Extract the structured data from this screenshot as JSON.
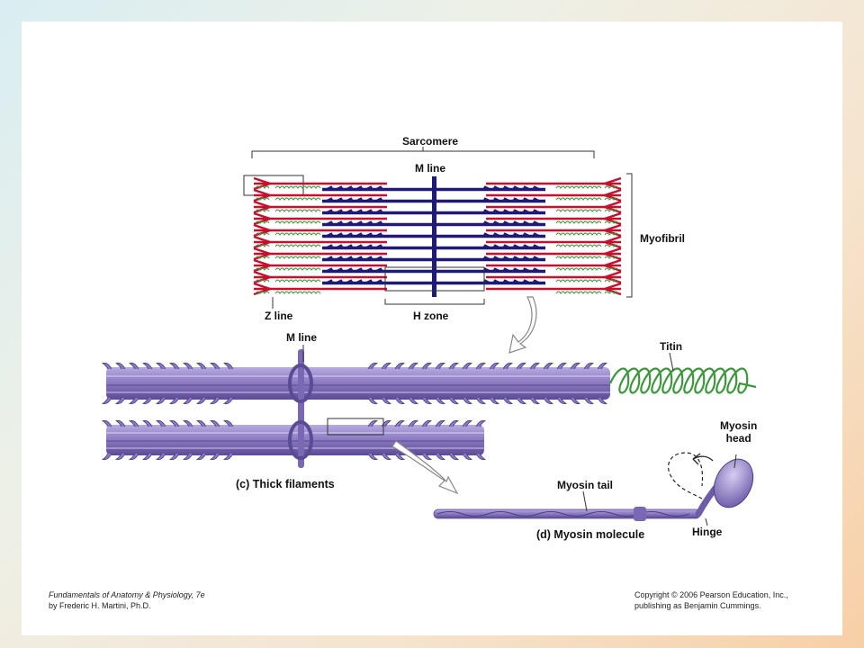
{
  "labels": {
    "sarcomere": "Sarcomere",
    "m_line_top": "M line",
    "myofibril": "Myofibril",
    "z_line": "Z line",
    "h_zone": "H zone",
    "m_line_mid": "M line",
    "titin": "Titin",
    "myosin_head": "Myosin\nhead",
    "myosin_tail": "Myosin tail",
    "hinge": "Hinge"
  },
  "captions": {
    "thick_filaments": "(c) Thick filaments",
    "myosin_molecule": "(d) Myosin molecule"
  },
  "footer": {
    "left_line1": "Fundamentals of Anatomy & Physiology, 7e",
    "left_line2": "by Frederic H. Martini, Ph.D.",
    "right_line1": "Copyright © 2006 Pearson Education, Inc.,",
    "right_line2": "publishing as Benjamin Cummings."
  },
  "colors": {
    "thin_filament": "#c8102e",
    "thick_filament": "#1f1a7a",
    "titin": "#3a9a3a",
    "myosin": "#8f7fc0"
  }
}
